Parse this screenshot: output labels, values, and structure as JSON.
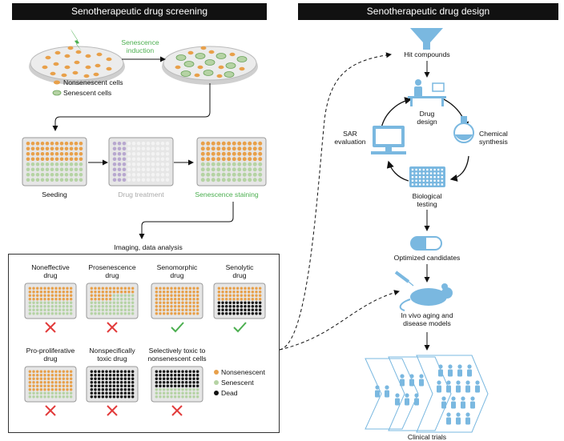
{
  "colors": {
    "nonsenescent": "#e8a04a",
    "senescent": "#b5d3a4",
    "dead": "#111111",
    "green": "#4caf50",
    "blue": "#7ab8e0",
    "red": "#e23a3a",
    "purple": "#b8a8cf"
  },
  "left": {
    "header": "Senotherapeutic drug screening",
    "induction": [
      "Senescence",
      "induction"
    ],
    "legend_nonsenescent": "Nonsenescent cells",
    "legend_senescent": "Senescent cells",
    "seeding": "Seeding",
    "drug_treatment": "Drug treatment",
    "staining": "Senescence staining",
    "imaging": "Imaging, data analysis",
    "outcomes": [
      {
        "label": [
          "Noneffective",
          "drug"
        ],
        "result": "cross"
      },
      {
        "label": [
          "Prosenescence",
          "drug"
        ],
        "result": "cross"
      },
      {
        "label": [
          "Senomorphic",
          "drug"
        ],
        "result": "check"
      },
      {
        "label": [
          "Senolytic",
          "drug"
        ],
        "result": "check"
      },
      {
        "label": [
          "Pro-proliferative",
          "drug"
        ],
        "result": "cross"
      },
      {
        "label": [
          "Nonspecifically",
          "toxic drug"
        ],
        "result": "cross"
      },
      {
        "label": [
          "Selectively toxic to",
          "nonsenescent cells"
        ],
        "result": "cross"
      }
    ],
    "box_legend": {
      "nonsenescent": "Nonsenescent",
      "senescent": "Senescent",
      "dead": "Dead"
    }
  },
  "right": {
    "header": "Senotherapeutic drug design",
    "hit": "Hit compounds",
    "design": [
      "Drug",
      "design"
    ],
    "chem": [
      "Chemical",
      "synthesis"
    ],
    "sar": [
      "SAR",
      "evaluation"
    ],
    "bio": [
      "Biological",
      "testing"
    ],
    "optimized": "Optimized candidates",
    "invivo": [
      "In vivo aging and",
      "disease models"
    ],
    "clinical": "Clinical trials"
  }
}
